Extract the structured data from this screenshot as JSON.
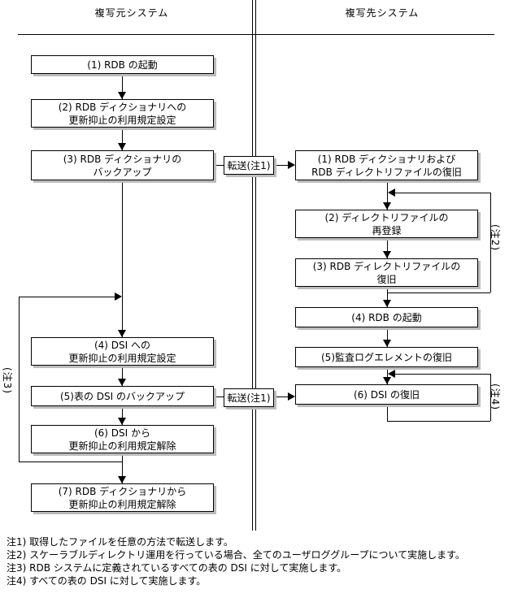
{
  "titles": {
    "source": "複写元システム",
    "dest": "複写先システム"
  },
  "source_steps": [
    {
      "lines": [
        "(1) RDB の起動"
      ]
    },
    {
      "lines": [
        "(2) RDB ディクショナリへの",
        "更新抑止の利用規定設定"
      ]
    },
    {
      "lines": [
        "(3) RDB ディクショナリの",
        "バックアップ"
      ]
    },
    {
      "lines": [
        "(4) DSI への",
        "更新抑止の利用規定設定"
      ]
    },
    {
      "lines": [
        "(5)表の DSI のバックアップ"
      ]
    },
    {
      "lines": [
        "(6) DSI から",
        "更新抑止の利用規定解除"
      ]
    },
    {
      "lines": [
        "(7) RDB ディクショナリから",
        "更新抑止の利用規定解除"
      ]
    }
  ],
  "dest_steps": [
    {
      "lines": [
        "(1) RDB ディクショナリおよび",
        "RDB ディレクトリファイルの復旧"
      ]
    },
    {
      "lines": [
        "(2) ディレクトリファイルの",
        "再登録"
      ]
    },
    {
      "lines": [
        "(3) RDB ディレクトリファイルの",
        "復旧"
      ]
    },
    {
      "lines": [
        "(4) RDB の起動"
      ]
    },
    {
      "lines": [
        "(5)監査ログエレメントの復旧"
      ]
    },
    {
      "lines": [
        "(6) DSI の復旧"
      ]
    }
  ],
  "transfer": {
    "label": "転送(注1)"
  },
  "loop_labels": {
    "note2": "(注2)",
    "note3": "(注3)",
    "note4": "(注4)"
  },
  "notes": [
    "注1) 取得したファイルを任意の方法で転送します。",
    "注2) スケーラブルディレクトリ運用を行っている場合、全てのユーザロググループについて実施します。",
    "注3) RDB システムに定義されているすべての表の DSI に対して実施します。",
    "注4) すべての表の DSI に対して実施します。"
  ],
  "colors": {
    "line": "#000000",
    "shadow": "#bcbcbc",
    "background": "#ffffff"
  }
}
